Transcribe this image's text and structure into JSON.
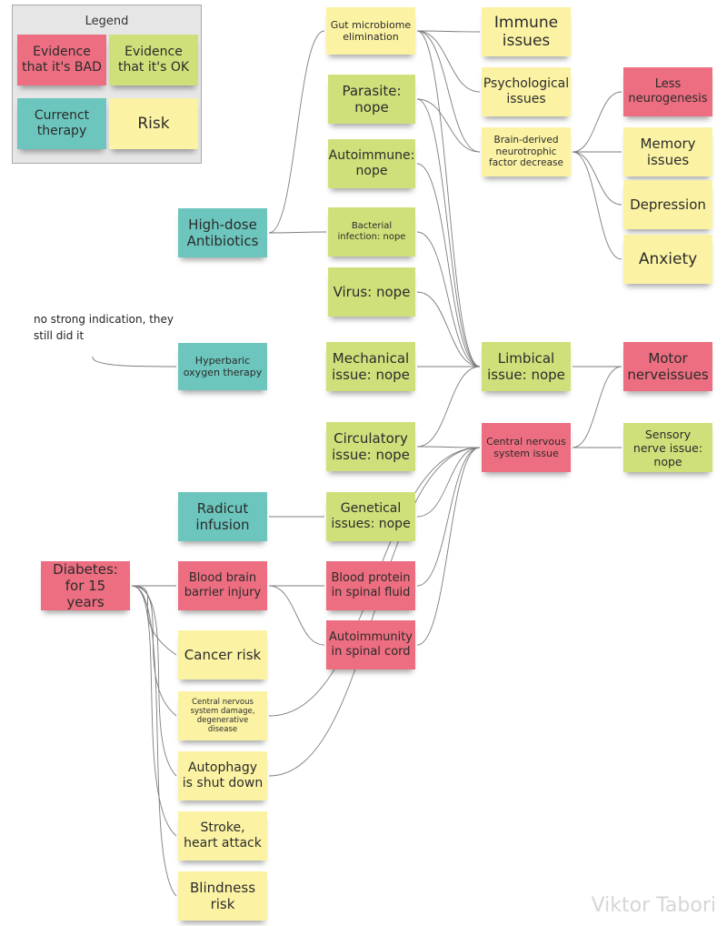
{
  "legend": {
    "title": "Legend",
    "items": [
      {
        "label": "Evidence that it's BAD",
        "type": "bad"
      },
      {
        "label": "Evidence that it's OK",
        "type": "ok"
      },
      {
        "label": "Currenct therapy",
        "type": "therapy"
      },
      {
        "label": "Risk",
        "type": "risk"
      }
    ]
  },
  "colors": {
    "bad": "#ec6e80",
    "ok": "#cfe07a",
    "therapy": "#6cc6bd",
    "risk": "#fbf3a3",
    "connector": "#7d7d7d"
  },
  "nodes": {
    "gut": {
      "label": "Gut microbiome elimination",
      "type": "risk"
    },
    "immune": {
      "label": "Immune issues",
      "type": "risk"
    },
    "psych": {
      "label": "Psychological issues",
      "type": "risk"
    },
    "bdnf": {
      "label": "Brain-derived neurotrophic factor decrease",
      "type": "risk"
    },
    "neurogenesis": {
      "label": "Less neurogenesis",
      "type": "bad"
    },
    "memory": {
      "label": "Memory issues",
      "type": "risk"
    },
    "depression": {
      "label": "Depression",
      "type": "risk"
    },
    "anxiety": {
      "label": "Anxiety",
      "type": "risk"
    },
    "parasite": {
      "label": "Parasite: nope",
      "type": "ok"
    },
    "autoimmune": {
      "label": "Autoimmune: nope",
      "type": "ok"
    },
    "antibiotics": {
      "label": "High-dose Antibiotics",
      "type": "therapy"
    },
    "bacterial": {
      "label": "Bacterial infection: nope",
      "type": "ok"
    },
    "virus": {
      "label": "Virus: nope",
      "type": "ok"
    },
    "hyperbaric": {
      "label": "Hyperbaric oxygen therapy",
      "type": "therapy"
    },
    "mechanical": {
      "label": "Mechanical issue: nope",
      "type": "ok"
    },
    "limbical": {
      "label": "Limbical issue: nope",
      "type": "ok"
    },
    "motor": {
      "label": "Motor nerveissues",
      "type": "bad"
    },
    "circulatory": {
      "label": "Circulatory issue: nope",
      "type": "ok"
    },
    "cns": {
      "label": "Central nervous system issue",
      "type": "bad"
    },
    "sensory": {
      "label": "Sensory nerve issue: nope",
      "type": "ok"
    },
    "radicut": {
      "label": "Radicut infusion",
      "type": "therapy"
    },
    "genetical": {
      "label": "Genetical issues: nope",
      "type": "ok"
    },
    "diabetes": {
      "label": "Diabetes: for 15 years",
      "type": "bad"
    },
    "bbb": {
      "label": "Blood brain barrier injury",
      "type": "bad"
    },
    "bloodprotein": {
      "label": "Blood protein in spinal fluid",
      "type": "bad"
    },
    "autoimmunity": {
      "label": "Autoimmunity in spinal cord",
      "type": "bad"
    },
    "cancer": {
      "label": "Cancer risk",
      "type": "risk"
    },
    "cnsdamage": {
      "label": "Central nervous system damage, degenerative disease",
      "type": "risk"
    },
    "autophagy": {
      "label": "Autophagy is shut down",
      "type": "risk"
    },
    "stroke": {
      "label": "Stroke, heart attack",
      "type": "risk"
    },
    "blindness": {
      "label": "Blindness risk",
      "type": "risk"
    }
  },
  "annotation": "no strong indication, they still did it",
  "signature": "Viktor Tabori"
}
